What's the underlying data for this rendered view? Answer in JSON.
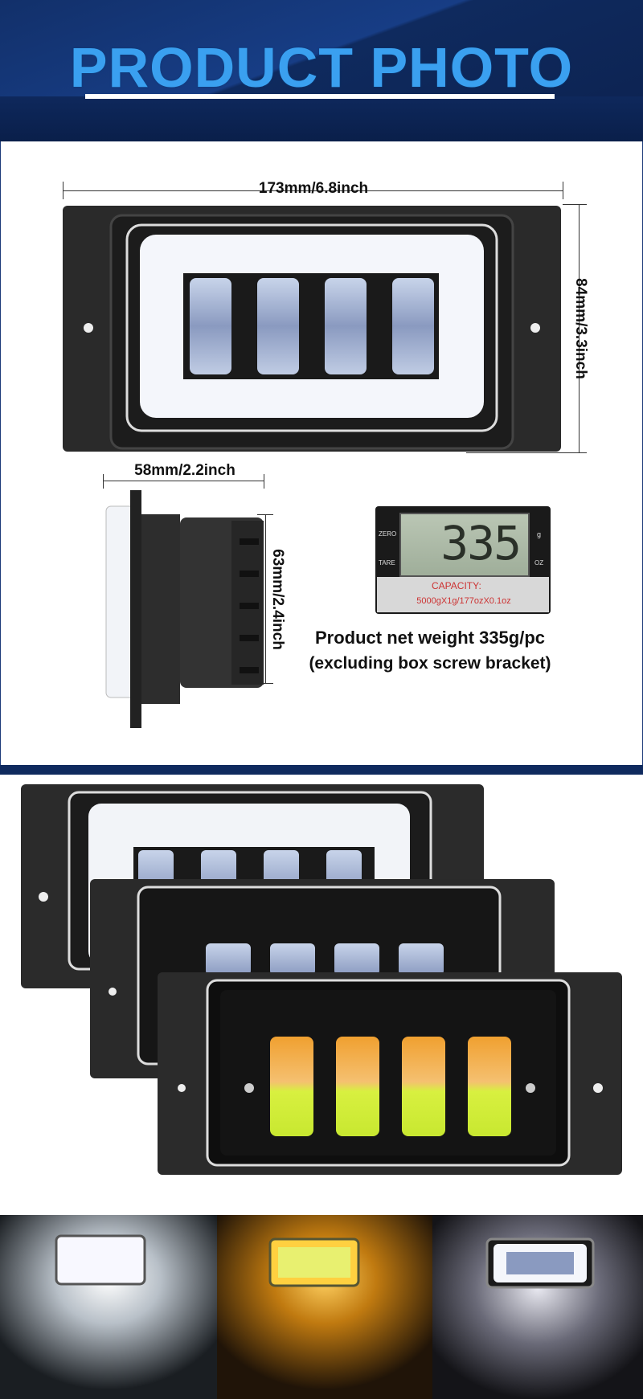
{
  "header": {
    "title": "PRODUCT PHOTO"
  },
  "dimensions": {
    "width": "173mm/6.8inch",
    "height": "84mm/3.3inch",
    "depth": "58mm/2.2inch",
    "side_height": "63mm/2.4inch"
  },
  "scale": {
    "reading": "335",
    "unit_g": "g",
    "unit_oz": "OZ",
    "zero_label": "ZERO",
    "tare_label": "TARE",
    "capacity_label": "CAPACITY:",
    "capacity_value": "5000gX1g/177ozX0.1oz"
  },
  "weight": {
    "line1": "Product net weight 335g/pc",
    "line2": "(excluding box screw bracket)"
  },
  "colors": {
    "brand": "#1e4d9c",
    "title": "#3aa0f0",
    "amber": "#f0a030",
    "lime": "#d8f040"
  }
}
